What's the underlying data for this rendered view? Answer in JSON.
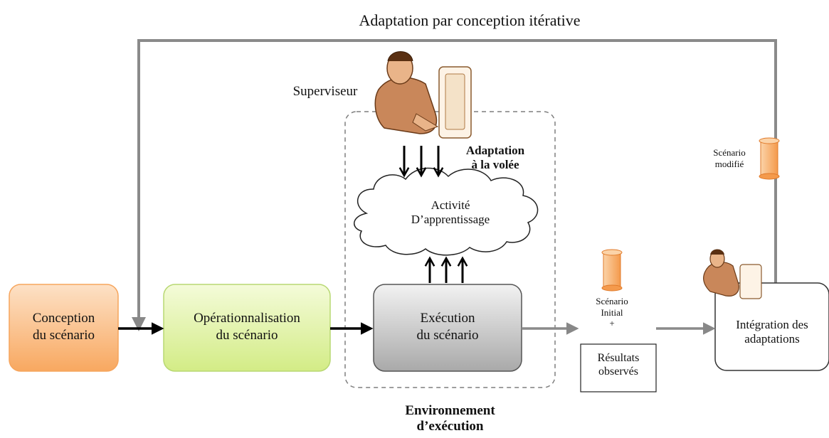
{
  "top_label": "Adaptation par conception itérative",
  "supervisor_label": "Superviseur",
  "fly_adaptation": {
    "line1": "Adaptation",
    "line2": "à la volée"
  },
  "activity": {
    "line1": "Activité",
    "line2": "D’apprentissage"
  },
  "boxes": {
    "conception": {
      "line1": "Conception",
      "line2": "du scénario",
      "color": "#fbbf8e"
    },
    "operationnalisation": {
      "line1": "Opérationnalisation",
      "line2": "du scénario",
      "color": "#e2f4a8"
    },
    "execution": {
      "line1": "Exécution",
      "line2": "du scénario",
      "color": "#bdbdbd"
    },
    "integration": {
      "line1": "Intégration des",
      "line2": "adaptations",
      "color": "#ffffff"
    }
  },
  "scenario_initial": {
    "line1": "Scénario",
    "line2": "Initial",
    "plus": "+"
  },
  "results": {
    "line1": "Résultats",
    "line2": "observés"
  },
  "scenario_modifie": {
    "line1": "Scénario",
    "line2": "modifié"
  },
  "environment": {
    "line1": "Environnement",
    "line2": "d’exécution"
  },
  "icons": [
    "supervisor-figure-icon",
    "scroll-icon",
    "cloud-icon"
  ]
}
